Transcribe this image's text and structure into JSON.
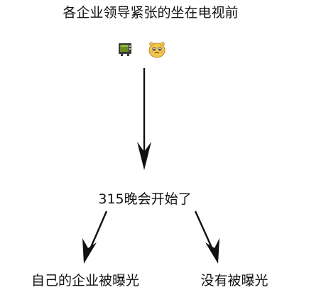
{
  "nodes": {
    "title": "各企业领导紧张的坐在电视前",
    "middle": "315晚会开始了",
    "left_outcome": "自己的企业被曝光",
    "right_outcome": "没有被曝光"
  },
  "icons": {
    "tv": "tv-icon",
    "face": "nervous-face-icon"
  },
  "colors": {
    "text": "#111111",
    "arrow": "#111111",
    "face": "#f2c94c",
    "tv_screen": "#6b8e23"
  }
}
